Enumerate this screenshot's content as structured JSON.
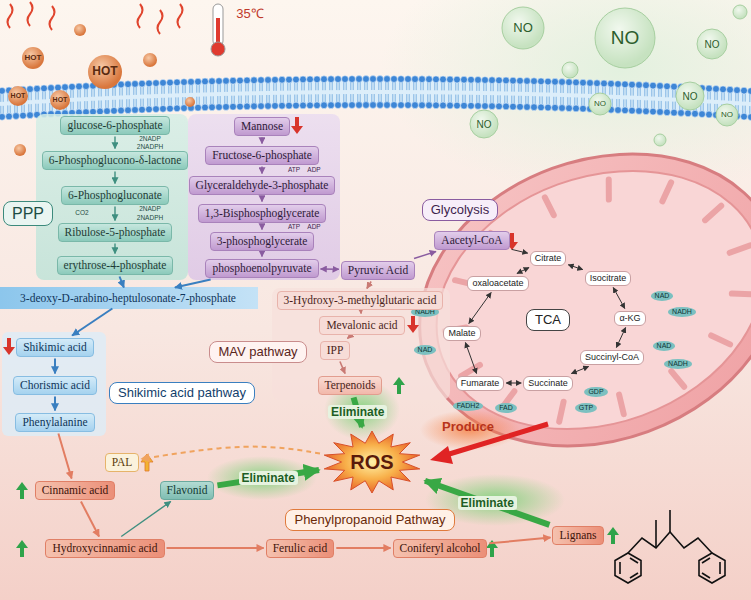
{
  "diagram": {
    "nodes": [
      {
        "text": [
          "PPP"
        ]
      },
      {
        "text": [
          "glucose-6-phosphate"
        ]
      },
      {
        "text": [
          "6-Phosphoglucono-δ-lactone"
        ]
      },
      {
        "text": [
          "6-Phosphogluconate"
        ]
      },
      {
        "text": [
          "Ribulose-5-phosphate"
        ]
      },
      {
        "text": [
          "erythrose-4-phosphate"
        ]
      },
      {
        "text": [
          "Mannose"
        ]
      },
      {
        "text": [
          "Fructose-6-phosphate"
        ]
      },
      {
        "text": [
          "Glyceraldehyde-3-phosphate"
        ]
      },
      {
        "text": [
          "1,3-Bisphosphoglycerate"
        ]
      },
      {
        "text": [
          "3-phosphoglycerate"
        ]
      },
      {
        "text": [
          "phosphoenolpyruvate"
        ]
      },
      {
        "text": [
          "Glycolysis"
        ]
      },
      {
        "text": [
          "Pyruvic Acid"
        ]
      },
      {
        "text": [
          "Aacetyl-CoA"
        ]
      },
      {
        "text": [
          "oxaloacetate"
        ]
      },
      {
        "text": [
          "Citrate"
        ]
      },
      {
        "text": [
          "Isocitrate"
        ]
      },
      {
        "text": [
          "α-KG"
        ]
      },
      {
        "text": [
          "Succinyl-CoA"
        ]
      },
      {
        "text": [
          "Succinate"
        ]
      },
      {
        "text": [
          "Fumarate"
        ]
      },
      {
        "text": [
          "Malate"
        ]
      },
      {
        "text": [
          "TCA"
        ]
      },
      {
        "text": [
          "NADH"
        ]
      },
      {
        "text": [
          "NAD"
        ]
      },
      {
        "text": [
          "NAD"
        ]
      },
      {
        "text": [
          "NADH"
        ]
      },
      {
        "text": [
          "NAD"
        ]
      },
      {
        "text": [
          "NADH"
        ]
      },
      {
        "text": [
          "GDP"
        ]
      },
      {
        "text": [
          "GTP"
        ]
      },
      {
        "text": [
          "FADH2"
        ]
      },
      {
        "text": [
          "FAD"
        ]
      },
      {
        "text": [
          "3-deoxy-D-arabino-heptulosonate-7-phosphate"
        ]
      },
      {
        "text": [
          "Shikimic acid"
        ]
      },
      {
        "text": [
          "Chorismic acid"
        ]
      },
      {
        "text": [
          "Phenylalanine"
        ]
      },
      {
        "text": [
          "Shikimic acid pathway"
        ]
      },
      {
        "text": [
          "3-Hydroxy-3-methylglutaric acid"
        ]
      },
      {
        "text": [
          "Mevalonic acid"
        ]
      },
      {
        "text": [
          "IPP"
        ]
      },
      {
        "text": [
          "Terpenoids"
        ]
      },
      {
        "text": [
          "MAV pathway"
        ]
      },
      {
        "text": [
          "PAL"
        ]
      },
      {
        "text": [
          "Cinnamic acid"
        ]
      },
      {
        "text": [
          "Flavonid"
        ]
      },
      {
        "text": [
          "Hydroxycinnamic acid"
        ]
      },
      {
        "text": [
          "Ferulic acid"
        ]
      },
      {
        "text": [
          "Coniferyl alcohol"
        ]
      },
      {
        "text": [
          "Lignans"
        ]
      },
      {
        "text": [
          "Phenylpropanoid Pathway"
        ]
      },
      {
        "text": [
          "ROS"
        ]
      }
    ],
    "edges": [
      {
        "from": 1,
        "to": 2,
        "arrow": "to"
      },
      {
        "from": 2,
        "to": 3,
        "arrow": "to"
      },
      {
        "from": 3,
        "to": 4,
        "arrow": "to"
      },
      {
        "from": 4,
        "to": 5,
        "arrow": "to"
      },
      {
        "from": 6,
        "to": 7,
        "arrow": "to"
      },
      {
        "from": 7,
        "to": 8,
        "arrow": "to"
      },
      {
        "from": 8,
        "to": 9,
        "arrow": "to"
      },
      {
        "from": 9,
        "to": 10,
        "arrow": "to"
      },
      {
        "from": 10,
        "to": 11,
        "arrow": "to"
      },
      {
        "from": 11,
        "to": 13,
        "arrow": "both"
      },
      {
        "from": 13,
        "to": 14,
        "arrow": "to"
      },
      {
        "from": 14,
        "to": 16,
        "arrow": "to"
      },
      {
        "from": 15,
        "to": 16,
        "arrow": "both"
      },
      {
        "from": 16,
        "to": 17,
        "arrow": "both"
      },
      {
        "from": 17,
        "to": 18,
        "arrow": "both"
      },
      {
        "from": 18,
        "to": 19,
        "arrow": "both"
      },
      {
        "from": 19,
        "to": 20,
        "arrow": "both"
      },
      {
        "from": 20,
        "to": 21,
        "arrow": "both"
      },
      {
        "from": 21,
        "to": 22,
        "arrow": "both"
      },
      {
        "from": 22,
        "to": 15,
        "arrow": "both"
      },
      {
        "from": 5,
        "to": 34,
        "arrow": "to"
      },
      {
        "from": 11,
        "to": 34,
        "arrow": "to"
      },
      {
        "from": 34,
        "to": 35,
        "arrow": "to"
      },
      {
        "from": 35,
        "to": 36,
        "arrow": "to"
      },
      {
        "from": 36,
        "to": 37,
        "arrow": "to"
      },
      {
        "from": 37,
        "to": 45,
        "arrow": "to"
      },
      {
        "from": 45,
        "to": 47,
        "arrow": "to"
      },
      {
        "from": 47,
        "to": 46,
        "arrow": "to"
      },
      {
        "from": 47,
        "to": 48,
        "arrow": "to"
      },
      {
        "from": 48,
        "to": 49,
        "arrow": "to"
      },
      {
        "from": 49,
        "to": 50,
        "arrow": "to"
      },
      {
        "from": 13,
        "to": 39,
        "arrow": "to"
      },
      {
        "from": 39,
        "to": 40,
        "arrow": "to"
      },
      {
        "from": 40,
        "to": 41,
        "arrow": "to"
      },
      {
        "from": 41,
        "to": 42,
        "arrow": "to"
      },
      {
        "from": 46,
        "to": 52,
        "label": "Eliminate",
        "arrow": "to"
      },
      {
        "from": 42,
        "to": 52,
        "label": "Eliminate",
        "arrow": "to"
      },
      {
        "from": 50,
        "to": 52,
        "label": "Eliminate",
        "arrow": "to"
      },
      {
        "from": 52,
        "to": 44,
        "arrow": "to"
      }
    ],
    "labels": [
      "35℃",
      "HOT",
      "HOT",
      "HOT",
      "HOT",
      "NO",
      "NO",
      "NO",
      "NO",
      "NO",
      "NO",
      "NO",
      "2NADP",
      "2NADPH",
      "CO2",
      "2NADP",
      "2NADPH",
      "ATP",
      "ADP",
      "ATP",
      "ADP",
      "Produce"
    ]
  }
}
